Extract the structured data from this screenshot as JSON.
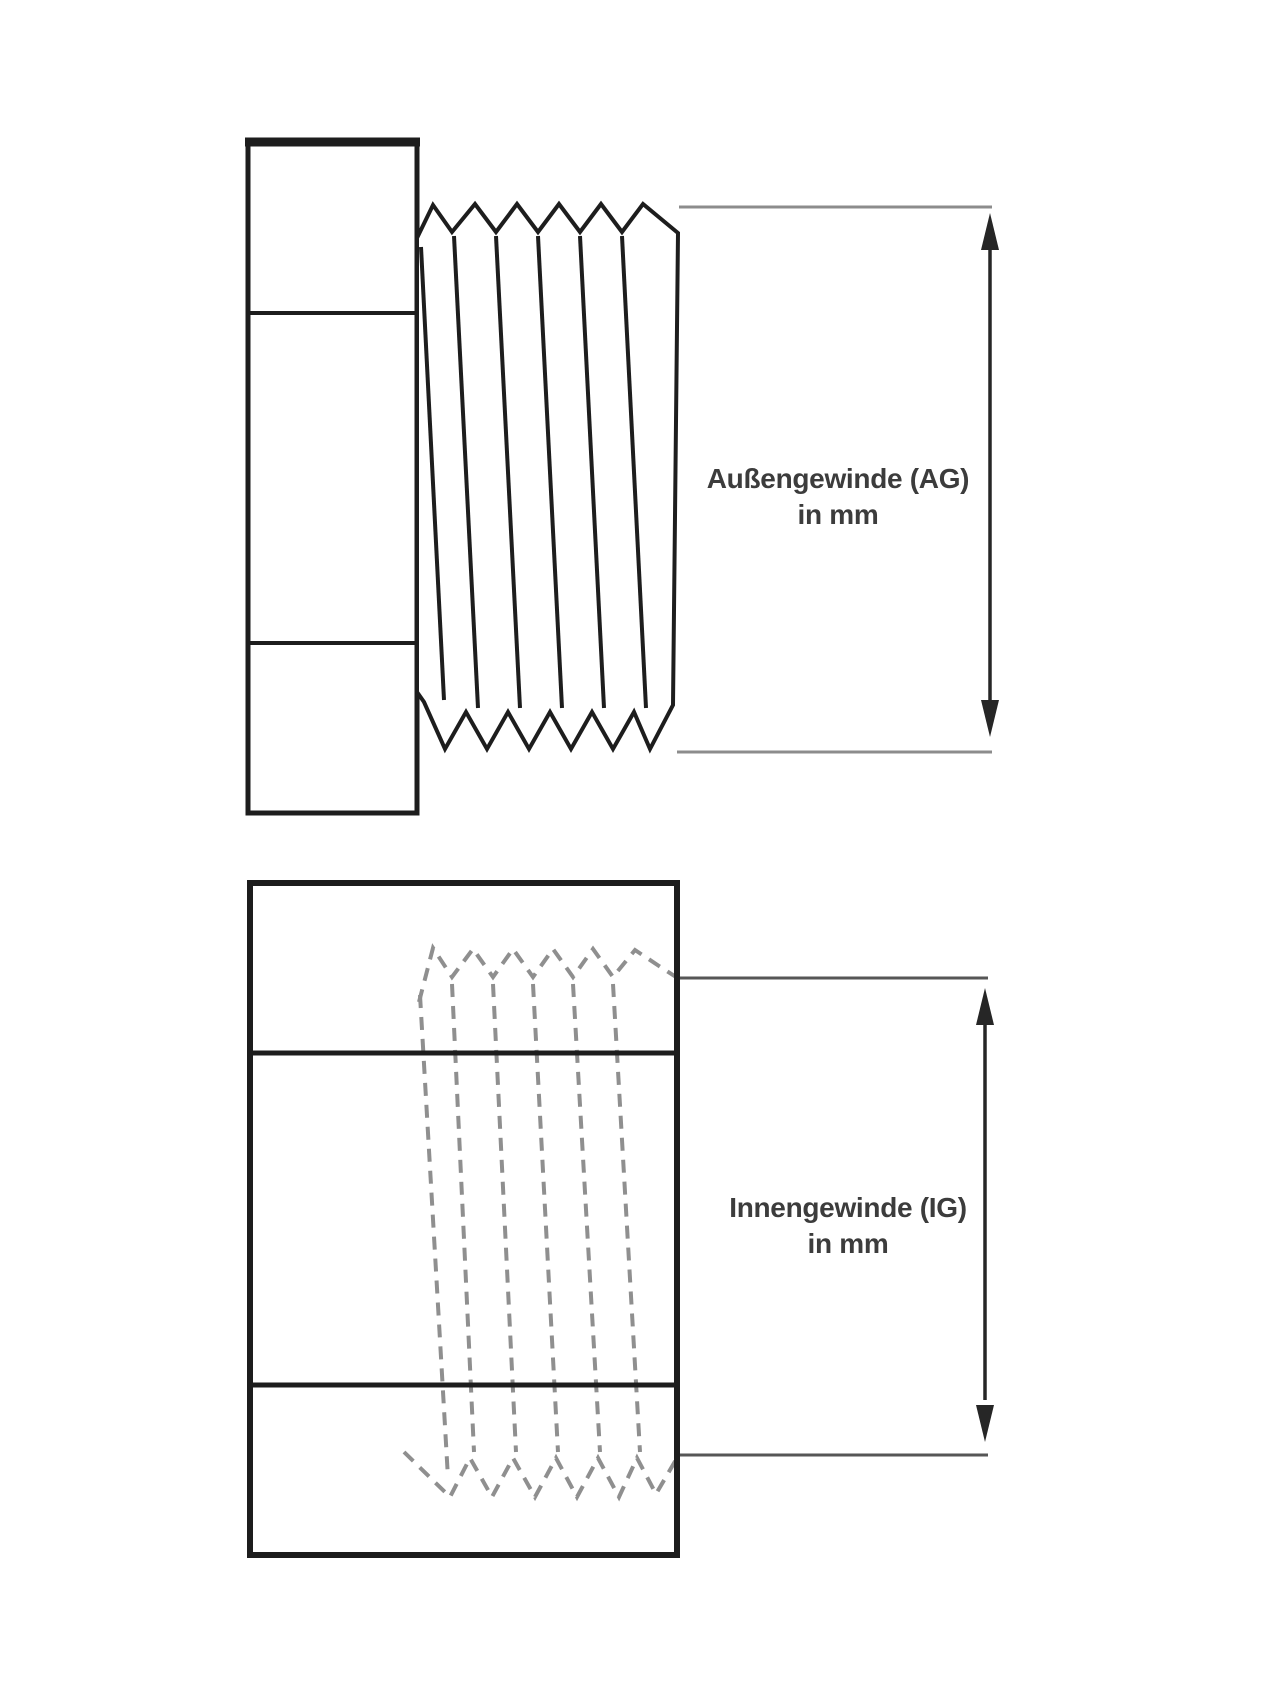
{
  "diagrams": {
    "external": {
      "name": "external-thread-diagram",
      "label_line1": "Außengewinde (AG)",
      "label_line2": "in mm"
    },
    "internal": {
      "name": "internal-thread-diagram",
      "label_line1": "Innengewinde (IG)",
      "label_line2": "in mm"
    }
  },
  "colors": {
    "background": "#ffffff",
    "outline": "#1d1d1d",
    "thread_dash": "#8f8f8f",
    "ext_line_external": "#8c8c8c",
    "ext_line_internal": "#565656",
    "arrow": "#262626",
    "text": "#3c3c3c"
  }
}
